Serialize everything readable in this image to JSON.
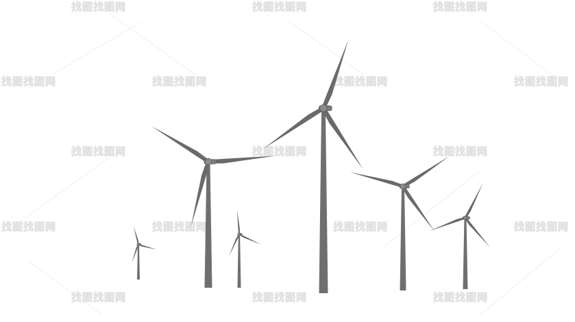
{
  "scene": {
    "description_label": "",
    "background_color": "#ffffff",
    "turbine_color": "#6f6f6f",
    "watermark_color": "#e2e2e2"
  },
  "watermark": {
    "text": "找图找图网"
  },
  "turbines": [
    {
      "name": "turbine-small-far-left"
    },
    {
      "name": "turbine-left"
    },
    {
      "name": "turbine-small-center"
    },
    {
      "name": "turbine-tall-center"
    },
    {
      "name": "turbine-right"
    },
    {
      "name": "turbine-far-right"
    }
  ]
}
